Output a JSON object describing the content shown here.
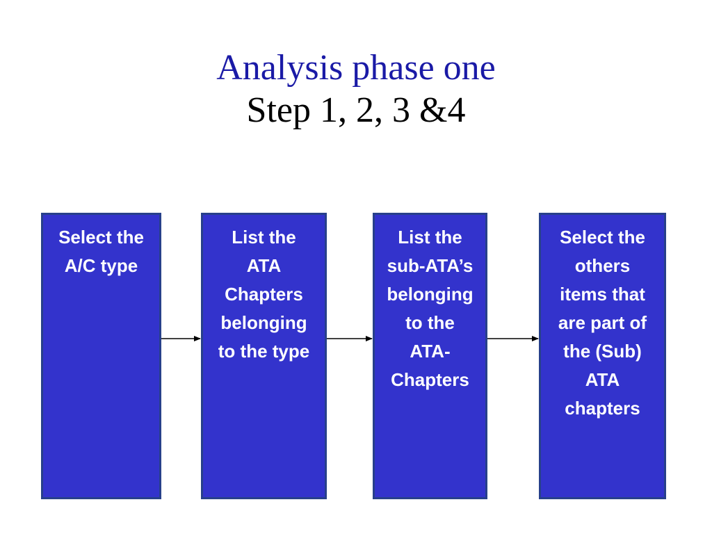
{
  "slide": {
    "title": "Analysis phase one",
    "subtitle": "Step 1, 2, 3 &4"
  },
  "steps": [
    {
      "label": "Select the\nA/C type"
    },
    {
      "label": "List the\nATA\nChapters\nbelonging\nto the type"
    },
    {
      "label": "List the\nsub-ATA’s\nbelonging\nto the\nATA-\nChapters"
    },
    {
      "label": "Select the\nothers\nitems that\nare part of\nthe  (Sub)\nATA\nchapters"
    }
  ],
  "colors": {
    "box_fill": "#3333cc",
    "box_border": "#27408b",
    "title": "#1a1aa6",
    "arrow": "#000000"
  }
}
